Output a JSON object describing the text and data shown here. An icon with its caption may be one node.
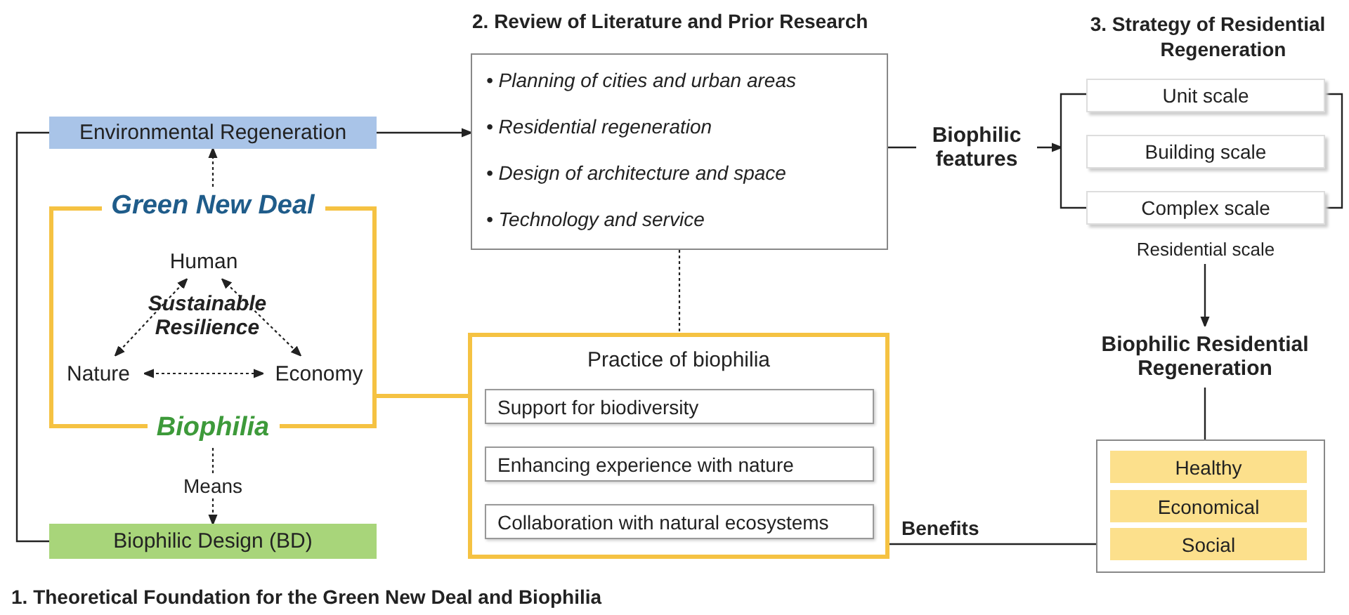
{
  "diagram": {
    "nodes": [
      {
        "text": [
          "Environmental Regeneration"
        ]
      },
      {
        "text": [
          "Green New Deal",
          "Biophilia"
        ]
      },
      {
        "text": [
          "Human"
        ],
        "in": 1
      },
      {
        "text": [
          "Nature"
        ],
        "in": 1
      },
      {
        "text": [
          "Economy"
        ],
        "in": 1
      },
      {
        "text": [
          "Biophilic Design (BD)"
        ]
      },
      {
        "text": [
          "2. Review of Literature and Prior Research",
          "• Planning of cities and urban areas",
          "• Residential regeneration",
          "• Design of architecture and space",
          "• Technology and service"
        ]
      },
      {
        "text": [
          "Practice of biophilia"
        ]
      },
      {
        "text": [
          "Support for biodiversity"
        ],
        "in": 7
      },
      {
        "text": [
          "Enhancing experience with nature"
        ],
        "in": 7
      },
      {
        "text": [
          "Collaboration with natural ecosystems"
        ],
        "in": 7
      },
      {
        "text": [
          "Biophilic features"
        ]
      },
      {
        "text": [
          "3. Strategy of Residential Regeneration"
        ],
        "beside": [
          "Residential scale"
        ]
      },
      {
        "text": [
          "Unit scale"
        ],
        "in": 12
      },
      {
        "text": [
          "Building scale"
        ],
        "in": 12
      },
      {
        "text": [
          "Complex scale"
        ],
        "in": 12
      },
      {
        "text": [
          "Biophilic Residential Regeneration"
        ]
      },
      {
        "text": [],
        "shape": "box"
      },
      {
        "text": [
          "Healthy"
        ],
        "in": 17
      },
      {
        "text": [
          "Economical"
        ],
        "in": 17
      },
      {
        "text": [
          "Social"
        ],
        "in": 17
      }
    ],
    "edges": [
      {
        "from": 1,
        "to": 0,
        "arrow": "to",
        "style": "dashed"
      },
      {
        "from": 2,
        "to": 3,
        "arrow": "both",
        "style": "dashed"
      },
      {
        "from": 2,
        "to": 4,
        "arrow": "both",
        "style": "dashed"
      },
      {
        "from": 3,
        "to": 4,
        "arrow": "both",
        "style": "dashed"
      },
      {
        "from": 1,
        "to": 5,
        "arrow": "to",
        "style": "dashed",
        "label": "Means"
      },
      {
        "from": 5,
        "to": 0,
        "arrow": "none"
      },
      {
        "from": 0,
        "to": 6,
        "arrow": "to"
      },
      {
        "from": 6,
        "to": 7,
        "arrow": "none",
        "style": "dashed"
      },
      {
        "from": 1,
        "to": 7,
        "arrow": "none",
        "style": "thick",
        "color": "#f5c242"
      },
      {
        "from": 6,
        "to": 11,
        "arrow": "none"
      },
      {
        "from": 11,
        "to": 12,
        "arrow": "to"
      },
      {
        "from": 12,
        "to": 16,
        "arrow": "to"
      },
      {
        "from": 16,
        "to": 17,
        "arrow": "none"
      },
      {
        "from": 7,
        "to": 20,
        "arrow": "none",
        "label": "Benefits"
      }
    ],
    "labels": [
      "Sustainable Resilience",
      "1. Theoretical Foundation for the Green New Deal and Biophilia"
    ]
  }
}
